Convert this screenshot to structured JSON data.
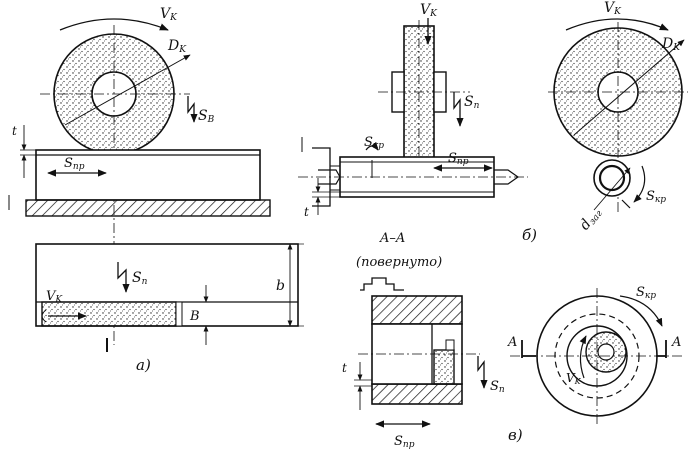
{
  "labels": {
    "a": {
      "vk_top": "V",
      "vk_top_sub": "K",
      "dk": "D",
      "dk_sub": "K",
      "sv": "S",
      "sv_sub": "B",
      "t": "t",
      "spr": "S",
      "spr_sub": "пр",
      "sn": "S",
      "sn_sub": "п",
      "vk_bottom": "V",
      "vk_bottom_sub": "K",
      "b_small": "B",
      "b_large": "b",
      "caption": "а)"
    },
    "b": {
      "vk": "V",
      "vk_sub": "K",
      "sn": "S",
      "sn_sub": "п",
      "skr": "S",
      "skr_sub": "кр",
      "spr": "S",
      "spr_sub": "пр",
      "t": "t"
    },
    "c": {
      "vk": "V",
      "vk_sub": "K",
      "dk": "D",
      "dk_sub": "K",
      "dzag": "d",
      "dzag_sub": "заг",
      "skr": "S",
      "skr_sub": "кр",
      "caption": "б)"
    },
    "d": {
      "section": "A–A",
      "rotated": "(повернуто)",
      "t": "t",
      "sn": "S",
      "sn_sub": "п",
      "spr": "S",
      "spr_sub": "пр",
      "skr": "S",
      "skr_sub": "кр",
      "vk": "V",
      "vk_sub": "K",
      "a_left": "A",
      "a_right": "A",
      "caption": "в)"
    }
  }
}
